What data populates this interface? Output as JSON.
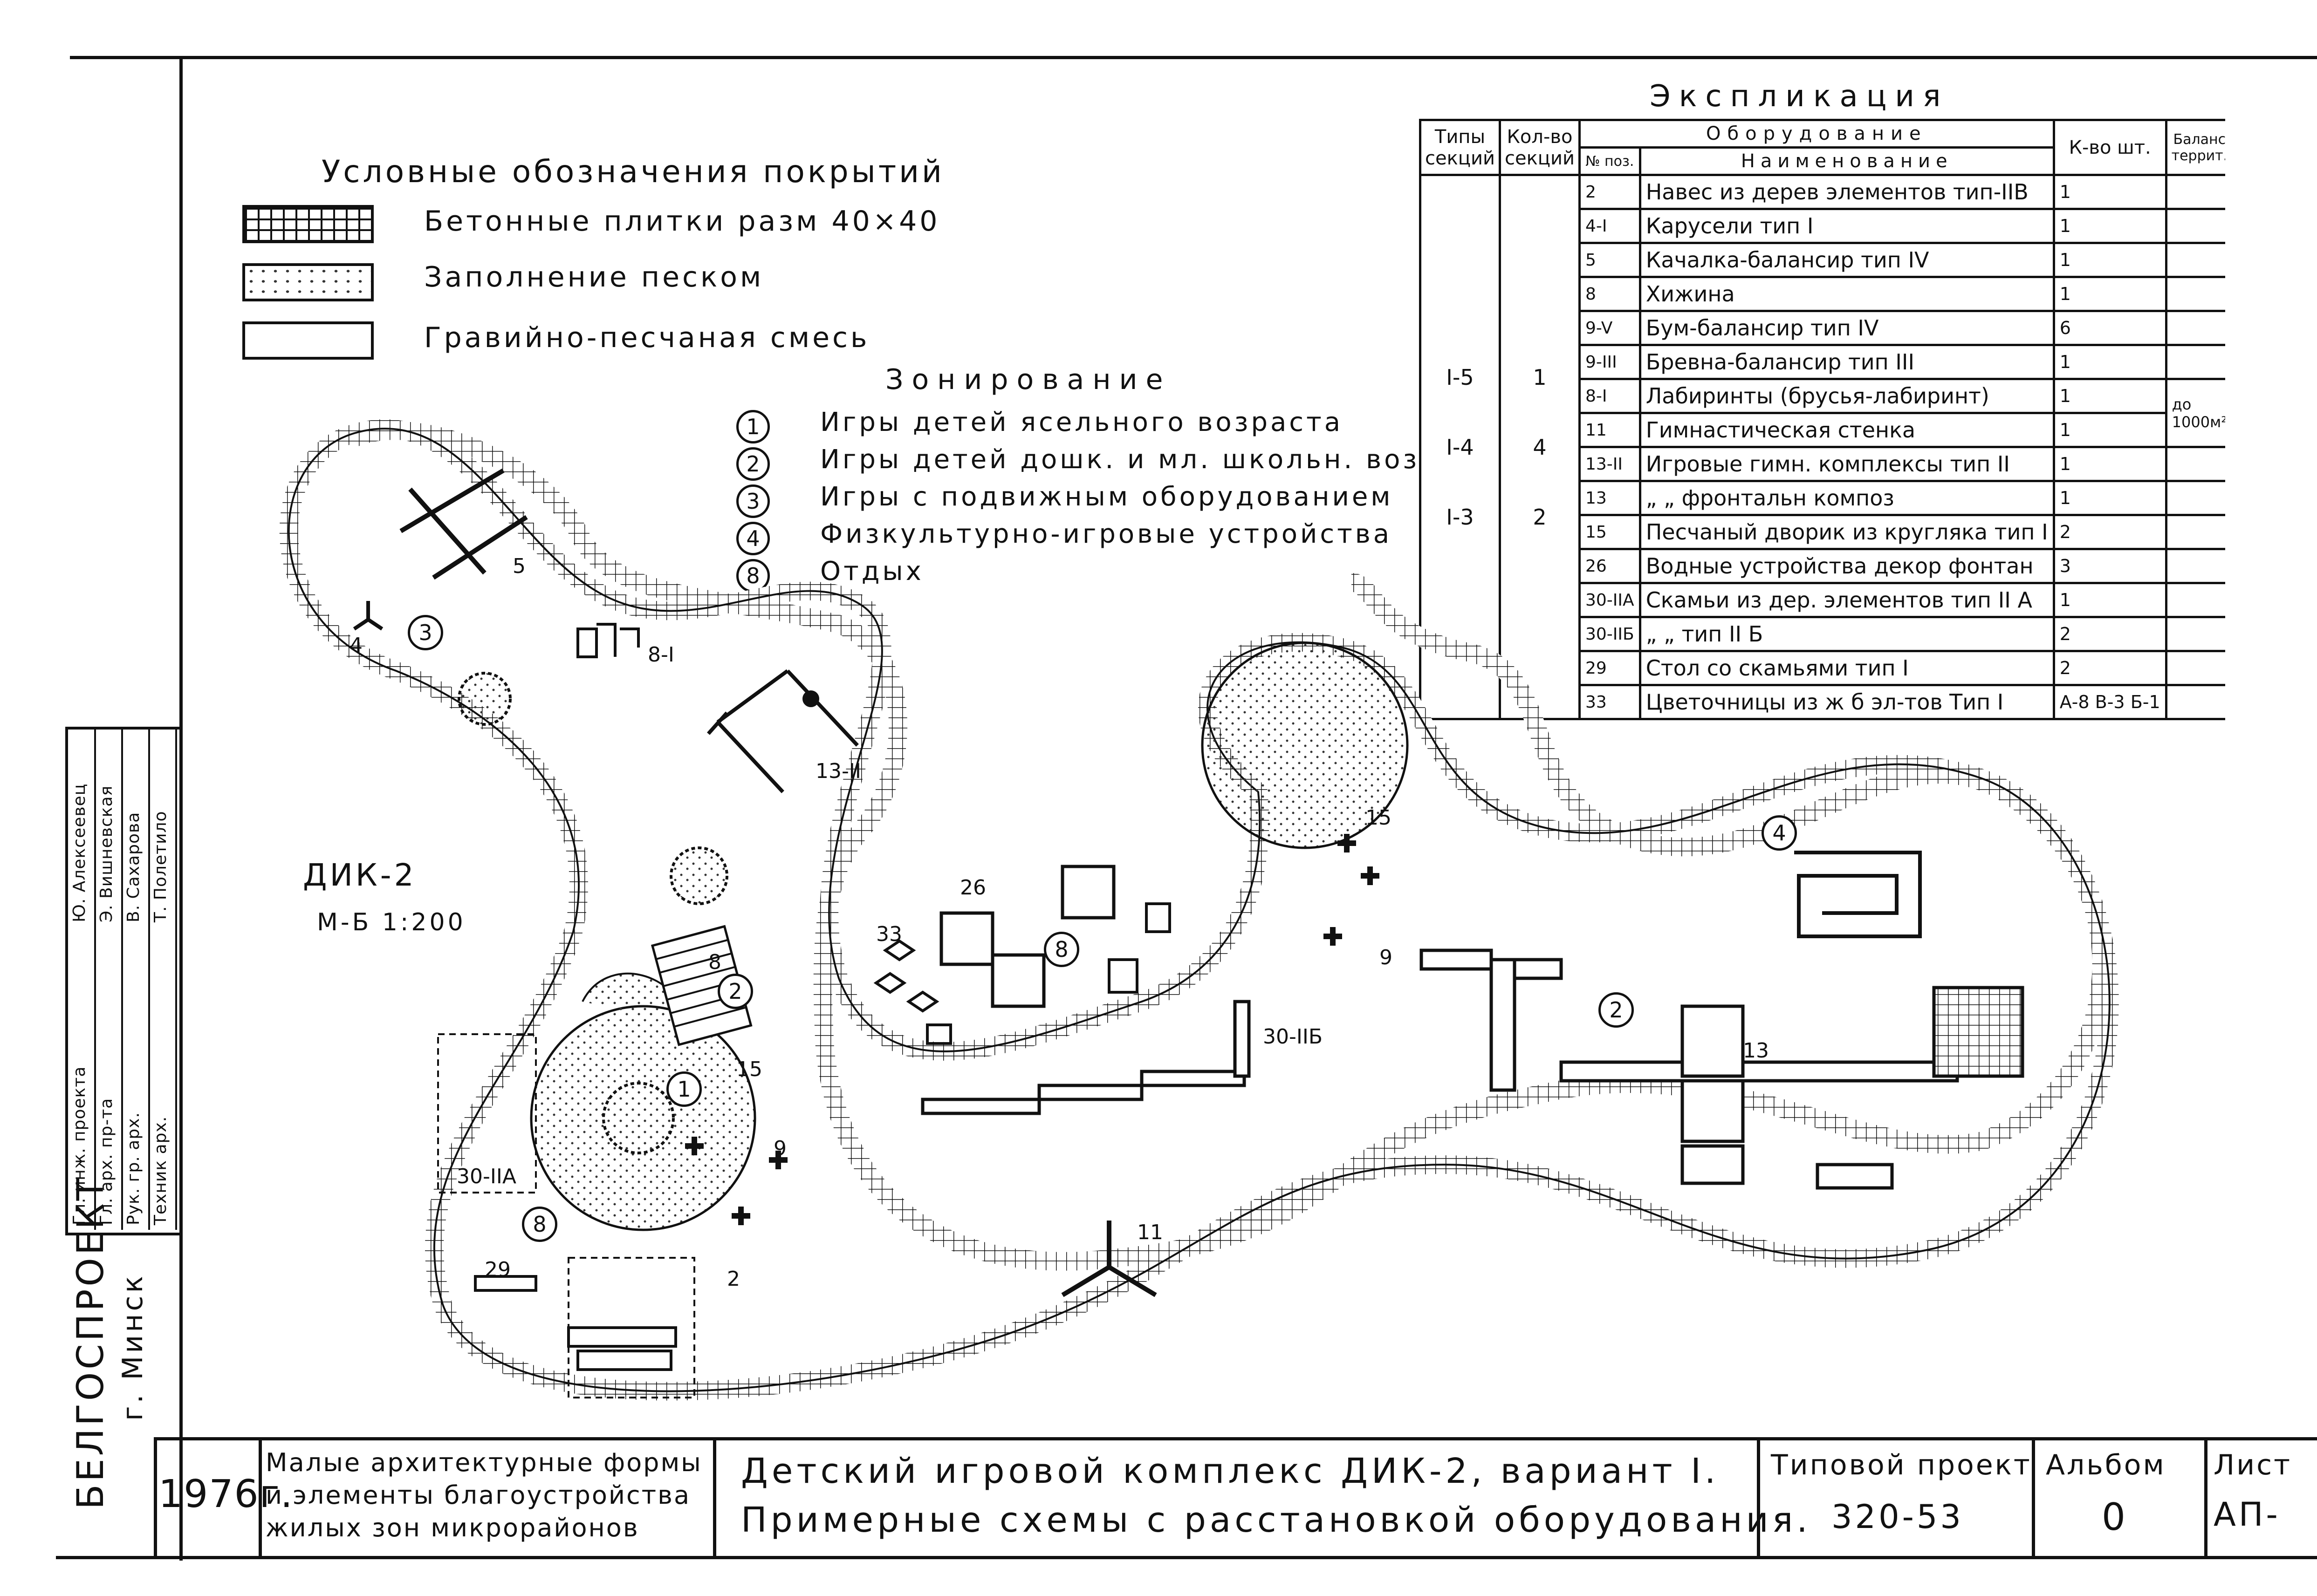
{
  "legend": {
    "title": "Условные обозначения покрытий",
    "items": [
      {
        "label": "Бетонные плитки разм 40×40",
        "pattern": "grid"
      },
      {
        "label": "Заполнение песком",
        "pattern": "dots"
      },
      {
        "label": "Гравийно-песчаная смесь",
        "pattern": "empty"
      }
    ]
  },
  "zoning": {
    "title": "Зонирование",
    "items": [
      {
        "num": "1",
        "label": "Игры детей ясельного возраста"
      },
      {
        "num": "2",
        "label": "Игры детей дошк. и мл. школьн. возраста"
      },
      {
        "num": "3",
        "label": "Игры с подвижным оборудованием"
      },
      {
        "num": "4",
        "label": "Физкультурно-игровые устройства"
      },
      {
        "num": "8",
        "label": "Отдых"
      }
    ]
  },
  "explication": {
    "title": "Экспликация",
    "headers": {
      "types": "Типы секций",
      "count": "Кол-во секций",
      "equipment": "Оборудование",
      "num": "№ поз.",
      "name": "Наименование",
      "qty": "К-во шт.",
      "balance": "Баланс террит."
    },
    "section_types": [
      "I-5",
      "I-4",
      "I-3"
    ],
    "section_counts": [
      "1",
      "4",
      "2"
    ],
    "rows": [
      {
        "num": "2",
        "name": "Навес из дерев элементов тип-IIВ",
        "qty": "1"
      },
      {
        "num": "4-I",
        "name": "Карусели тип I",
        "qty": "1"
      },
      {
        "num": "5",
        "name": "Качалка-балансир тип IV",
        "qty": "1"
      },
      {
        "num": "8",
        "name": "Хижина",
        "qty": "1"
      },
      {
        "num": "9-V",
        "name": "Бум-балансир тип IV",
        "qty": "6"
      },
      {
        "num": "9-III",
        "name": "Бревна-балансир тип III",
        "qty": "1"
      },
      {
        "num": "8-I",
        "name": "Лабиринты (брусья-лабиринт)",
        "qty": "1"
      },
      {
        "num": "11",
        "name": "Гимнастическая стенка",
        "qty": "1"
      },
      {
        "num": "13-II",
        "name": "Игровые гимн. комплексы тип II",
        "qty": "1"
      },
      {
        "num": "13",
        "name": "„ „ фронтальн композ",
        "qty": "1"
      },
      {
        "num": "15",
        "name": "Песчаный дворик из кругляка тип I",
        "qty": "2"
      },
      {
        "num": "26",
        "name": "Водные устройства декор фонтан",
        "qty": "3"
      },
      {
        "num": "30-IIА",
        "name": "Скамьи из дер. элементов тип II А",
        "qty": "1"
      },
      {
        "num": "30-IIБ",
        "name": "„ „ тип II Б",
        "qty": "2"
      },
      {
        "num": "29",
        "name": "Стол со скамьями тип I",
        "qty": "2"
      },
      {
        "num": "33",
        "name": "Цветочницы из ж б эл-тов Тип I",
        "qty": "А-8 В-3 Б-1"
      }
    ],
    "balance_value": "до 1000м²"
  },
  "plan": {
    "name": "ДИК-2",
    "scale": "М-Б 1:200",
    "labels": [
      "4",
      "5",
      "8-I",
      "13-II",
      "8",
      "15",
      "30-IIА",
      "29",
      "2",
      "9",
      "11",
      "26",
      "33",
      "15",
      "30-IIБ",
      "9",
      "13"
    ],
    "zone_circles": [
      "3",
      "2",
      "1",
      "8",
      "8",
      "4",
      "2"
    ]
  },
  "staff": {
    "roles": [
      "Гл. инж. проекта",
      "Гл. арх. пр-та",
      "Рук. гр. арх.",
      "Техник арх."
    ],
    "names": [
      "Ю. Алексеевец",
      "Э. Вишневская",
      "В. Сахарова",
      "Т. Полетило"
    ]
  },
  "title_block": {
    "org": "БЕЛГОСПРОЕКТ",
    "city": "г. Минск",
    "year": "1976г.",
    "series": "Малые архитектурные формы и элементы благоустройства жилых зон микрорайонов",
    "title_line1": "Детский игровой комплекс ДИК-2, вариант I.",
    "title_line2": "Примерные схемы с расстановкой оборудования.",
    "project_label": "Типовой проект",
    "project_value": "320-53",
    "album_label": "Альбом",
    "album_value": "0",
    "sheet_label": "Лист",
    "sheet_value": "АП-"
  }
}
